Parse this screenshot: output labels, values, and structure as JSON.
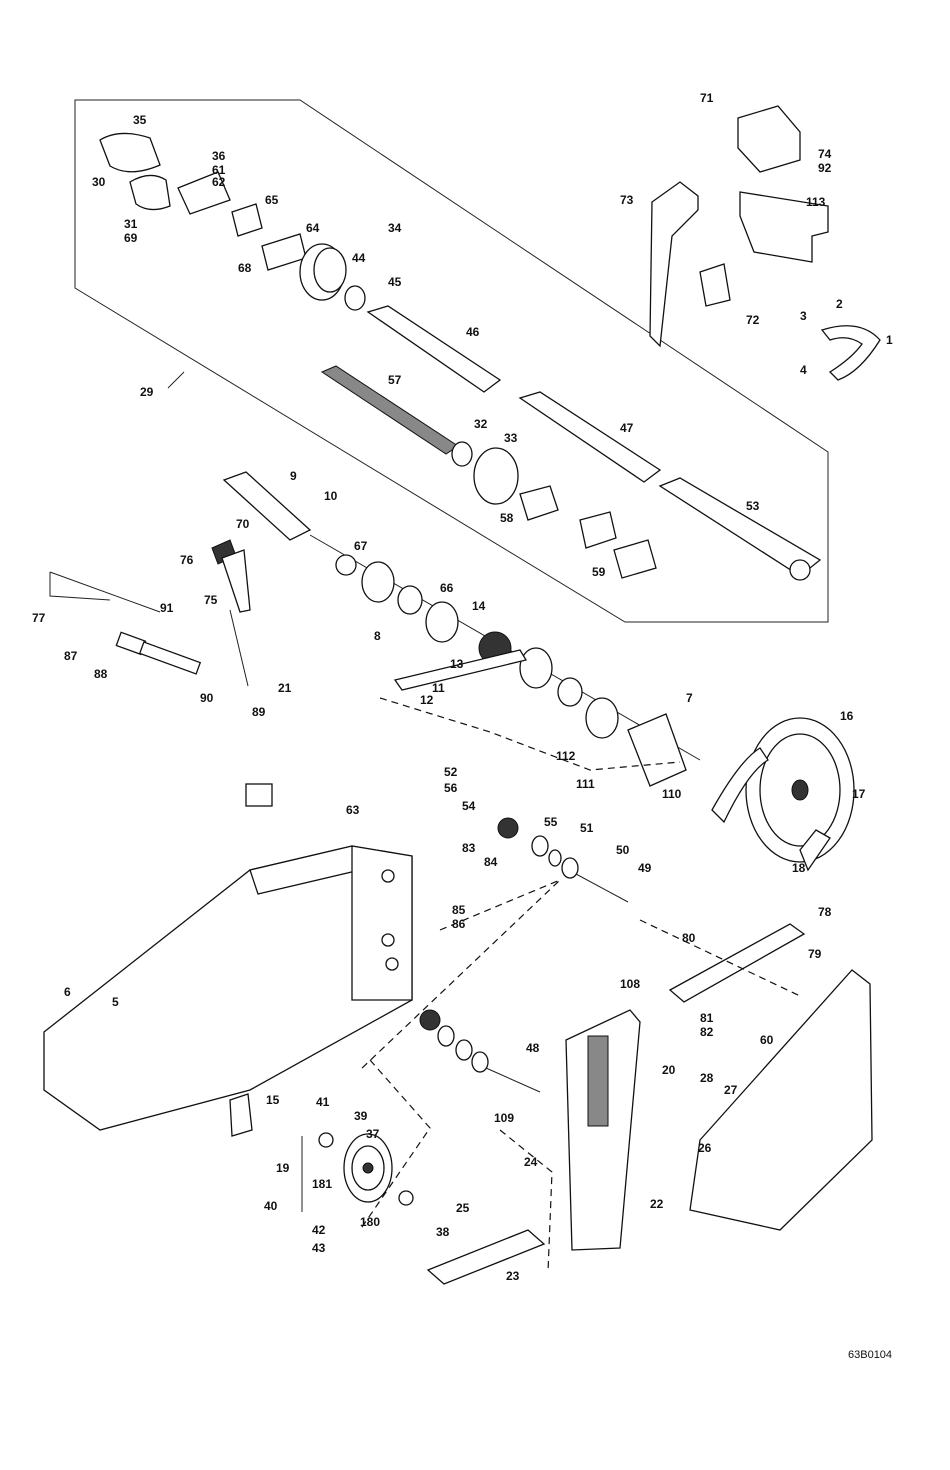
{
  "drawing_code": "63B0104",
  "labels": [
    "71",
    "74",
    "92",
    "73",
    "113",
    "72",
    "1",
    "2",
    "3",
    "4",
    "35",
    "36",
    "61",
    "62",
    "30",
    "31",
    "69",
    "65",
    "64",
    "34",
    "68",
    "44",
    "45",
    "46",
    "57",
    "29",
    "47",
    "32",
    "33",
    "53",
    "58",
    "59",
    "9",
    "10",
    "70",
    "67",
    "76",
    "75",
    "91",
    "77",
    "87",
    "88",
    "89",
    "90",
    "21",
    "66",
    "8",
    "14",
    "13",
    "11",
    "12",
    "7",
    "16",
    "17",
    "18",
    "112",
    "111",
    "110",
    "52",
    "56",
    "54",
    "55",
    "51",
    "50",
    "49",
    "83",
    "84",
    "85",
    "86",
    "63",
    "6",
    "5",
    "48",
    "15",
    "19",
    "41",
    "39",
    "37",
    "40",
    "42",
    "43",
    "181",
    "180",
    "38",
    "109",
    "24",
    "25",
    "23",
    "108",
    "20",
    "22",
    "28",
    "27",
    "26",
    "60",
    "78",
    "79",
    "80",
    "81",
    "82"
  ],
  "colors": {
    "line": "#111111",
    "background": "#ffffff"
  }
}
